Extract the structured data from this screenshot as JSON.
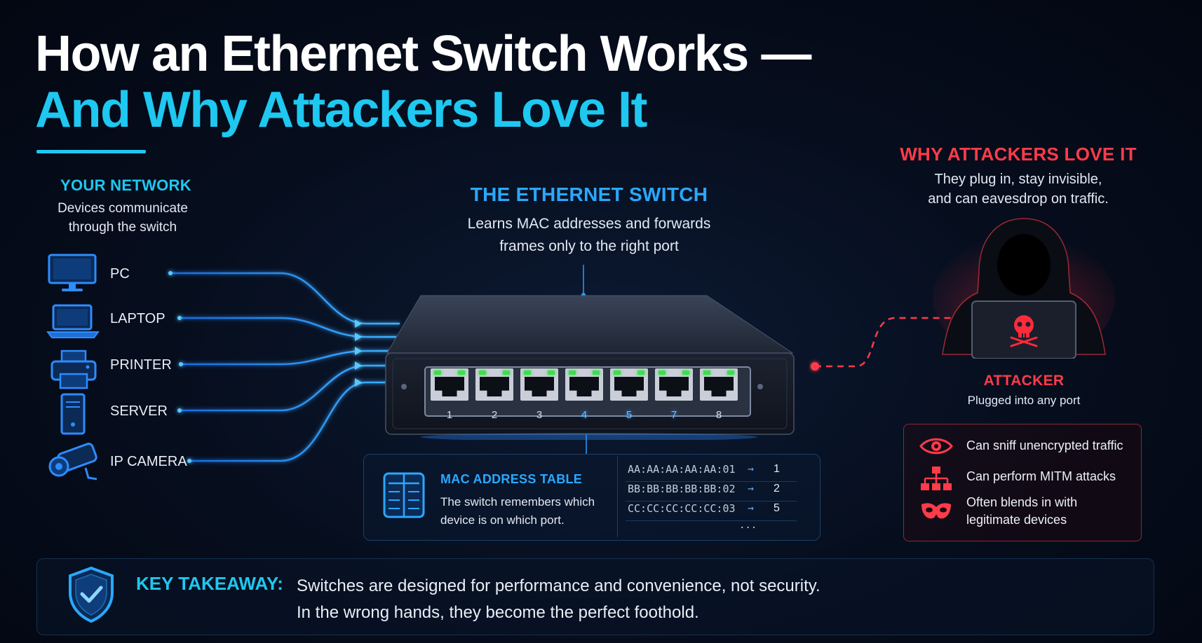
{
  "title": {
    "line1": "How an Ethernet Switch Works —",
    "line2": "And Why Attackers Love It"
  },
  "network": {
    "heading": "YOUR NETWORK",
    "subtitle_line1": "Devices communicate",
    "subtitle_line2": "through the switch",
    "devices": [
      {
        "label": "PC",
        "icon": "monitor-icon"
      },
      {
        "label": "LAPTOP",
        "icon": "laptop-icon"
      },
      {
        "label": "PRINTER",
        "icon": "printer-icon"
      },
      {
        "label": "SERVER",
        "icon": "server-icon"
      },
      {
        "label": "IP CAMERA",
        "icon": "camera-icon"
      }
    ]
  },
  "switch": {
    "heading": "THE ETHERNET SWITCH",
    "subtitle_line1": "Learns MAC addresses and forwards",
    "subtitle_line2": "frames only to the right port",
    "ports": [
      "1",
      "2",
      "3",
      "4",
      "5",
      "7",
      "8"
    ]
  },
  "mac_table": {
    "heading": "MAC ADDRESS TABLE",
    "desc_line1": "The switch remembers which",
    "desc_line2": "device is on which port.",
    "arrow": "→",
    "rows": [
      {
        "mac": "AA:AA:AA:AA:AA:01",
        "port": "1"
      },
      {
        "mac": "BB:BB:BB:BB:BB:02",
        "port": "2"
      },
      {
        "mac": "CC:CC:CC:CC:CC:03",
        "port": "5"
      }
    ],
    "more": "..."
  },
  "attack": {
    "heading": "WHY ATTACKERS LOVE IT",
    "subtitle_line1": "They plug in, stay invisible,",
    "subtitle_line2": "and can eavesdrop on traffic.",
    "attacker_label": "ATTACKER",
    "attacker_sub": "Plugged into any port",
    "risks": [
      {
        "icon": "eye-icon",
        "line1": "Can sniff unencrypted traffic",
        "line2": ""
      },
      {
        "icon": "network-hierarchy-icon",
        "line1": "Can perform MITM attacks",
        "line2": ""
      },
      {
        "icon": "mask-icon",
        "line1": "Often blends in with",
        "line2": "legitimate devices"
      }
    ]
  },
  "takeaway": {
    "label": "KEY TAKEAWAY:",
    "line1": "Switches are designed for performance and convenience, not security.",
    "line2": "In the wrong hands, they become the perfect foothold."
  },
  "colors": {
    "accent": "#1ec8f0",
    "danger": "#ff3b4a",
    "port_led": "#39e04a"
  }
}
